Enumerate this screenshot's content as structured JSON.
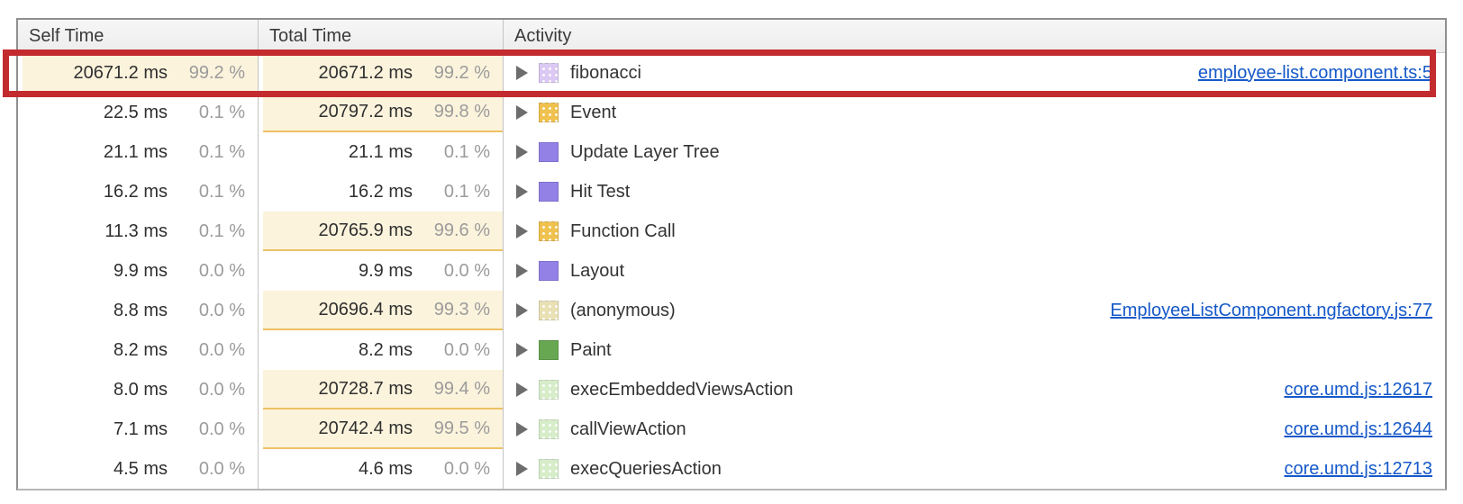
{
  "header": {
    "self_time": "Self Time",
    "total_time": "Total Time",
    "activity": "Activity"
  },
  "colors": {
    "annotation_red": "#c32b2f",
    "highlight_bg": "#fbf3dc",
    "highlight_border": "#edc164",
    "link_blue": "#1558c9",
    "swatch_purple_light": "#dbc9f3",
    "swatch_gold": "#efc14e",
    "swatch_purple": "#9381e6",
    "swatch_beige": "#e9e0b4",
    "swatch_green": "#68a751",
    "swatch_green_light": "#d7edca"
  },
  "rows": [
    {
      "self_time": "20671.2 ms",
      "self_pct": "99.2 %",
      "self_hl": "bg",
      "total_time": "20671.2 ms",
      "total_pct": "99.2 %",
      "total_hl": "bg",
      "label": "fibonacci",
      "swatch": "#dbc9f3",
      "dotted": true,
      "link": "employee-list.component.ts:5",
      "annotated": true
    },
    {
      "self_time": "22.5 ms",
      "self_pct": "0.1 %",
      "self_hl": "",
      "total_time": "20797.2 ms",
      "total_pct": "99.8 %",
      "total_hl": "full",
      "label": "Event",
      "swatch": "#efc14e",
      "dotted": true,
      "link": ""
    },
    {
      "self_time": "21.1 ms",
      "self_pct": "0.1 %",
      "self_hl": "",
      "total_time": "21.1 ms",
      "total_pct": "0.1 %",
      "total_hl": "",
      "label": "Update Layer Tree",
      "swatch": "#9381e6",
      "dotted": false,
      "link": ""
    },
    {
      "self_time": "16.2 ms",
      "self_pct": "0.1 %",
      "self_hl": "",
      "total_time": "16.2 ms",
      "total_pct": "0.1 %",
      "total_hl": "",
      "label": "Hit Test",
      "swatch": "#9381e6",
      "dotted": false,
      "link": ""
    },
    {
      "self_time": "11.3 ms",
      "self_pct": "0.1 %",
      "self_hl": "",
      "total_time": "20765.9 ms",
      "total_pct": "99.6 %",
      "total_hl": "full",
      "label": "Function Call",
      "swatch": "#efc14e",
      "dotted": true,
      "link": ""
    },
    {
      "self_time": "9.9 ms",
      "self_pct": "0.0 %",
      "self_hl": "",
      "total_time": "9.9 ms",
      "total_pct": "0.0 %",
      "total_hl": "",
      "label": "Layout",
      "swatch": "#9381e6",
      "dotted": false,
      "link": ""
    },
    {
      "self_time": "8.8 ms",
      "self_pct": "0.0 %",
      "self_hl": "",
      "total_time": "20696.4 ms",
      "total_pct": "99.3 %",
      "total_hl": "full",
      "label": "(anonymous)",
      "swatch": "#e9e0b4",
      "dotted": true,
      "link": "EmployeeListComponent.ngfactory.js:77"
    },
    {
      "self_time": "8.2 ms",
      "self_pct": "0.0 %",
      "self_hl": "",
      "total_time": "8.2 ms",
      "total_pct": "0.0 %",
      "total_hl": "",
      "label": "Paint",
      "swatch": "#68a751",
      "dotted": false,
      "link": ""
    },
    {
      "self_time": "8.0 ms",
      "self_pct": "0.0 %",
      "self_hl": "",
      "total_time": "20728.7 ms",
      "total_pct": "99.4 %",
      "total_hl": "full",
      "label": "execEmbeddedViewsAction",
      "swatch": "#d7edca",
      "dotted": true,
      "link": "core.umd.js:12617"
    },
    {
      "self_time": "7.1 ms",
      "self_pct": "0.0 %",
      "self_hl": "",
      "total_time": "20742.4 ms",
      "total_pct": "99.5 %",
      "total_hl": "full",
      "label": "callViewAction",
      "swatch": "#d7edca",
      "dotted": true,
      "link": "core.umd.js:12644"
    },
    {
      "self_time": "4.5 ms",
      "self_pct": "0.0 %",
      "self_hl": "",
      "total_time": "4.6 ms",
      "total_pct": "0.0 %",
      "total_hl": "",
      "label": "execQueriesAction",
      "swatch": "#d7edca",
      "dotted": true,
      "link": "core.umd.js:12713"
    }
  ]
}
